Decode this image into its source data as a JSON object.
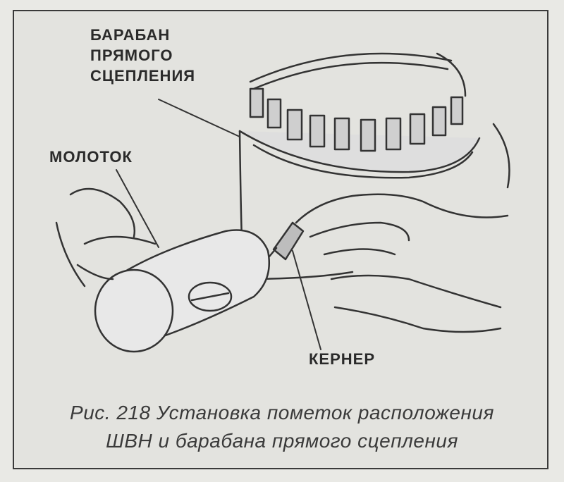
{
  "labels": {
    "drum_line1": "БАРАБАН",
    "drum_line2": "ПРЯМОГО",
    "drum_line3": "СЦЕПЛЕНИЯ",
    "hammer": "МОЛОТОК",
    "punch": "КЕРНЕР"
  },
  "caption": {
    "line1": "Рис. 218 Установка пометок расположения",
    "line2": "ШВН и барабана прямого сцепления"
  }
}
